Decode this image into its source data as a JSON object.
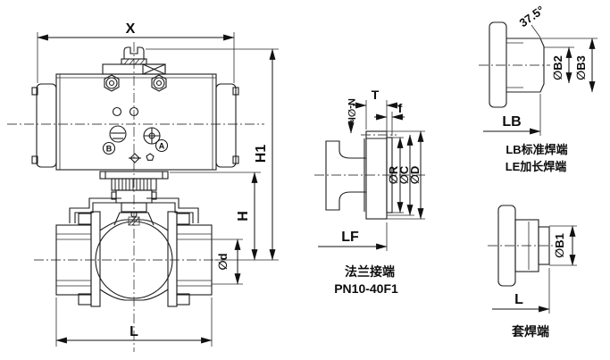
{
  "drawing_title": "pneumatic actuated three-piece ball valve dimensional drawing",
  "labels": {
    "main": {
      "x": "X",
      "h1": "H1",
      "h": "H",
      "od": "∅d",
      "l": "L",
      "port_a": "A",
      "port_b": "B"
    },
    "flange": {
      "t": "T",
      "f": "f",
      "n_oh": "N-∅h",
      "o_r": "∅R",
      "o_c": "∅C",
      "o_d": "∅D",
      "lf": "LF",
      "caption1": "法兰接端",
      "caption2": "PN10-40F1"
    },
    "butt": {
      "angle": "37.5°",
      "ob2": "∅B2",
      "ob3": "∅B3",
      "lb": "LB",
      "caption1": "LB标准焊端",
      "caption2": "LE加长焊端"
    },
    "socket": {
      "ob1": "∅B1",
      "l": "L",
      "caption": "套焊端"
    }
  }
}
